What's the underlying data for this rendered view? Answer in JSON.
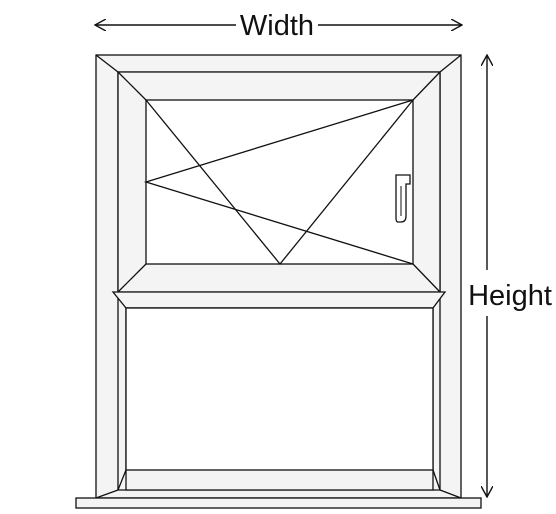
{
  "labels": {
    "width": "Width",
    "height": "Height"
  },
  "colors": {
    "line": "#111111",
    "frame_fill": "#f4f4f4",
    "glass_fill": "#ffffff",
    "background": "#ffffff"
  },
  "window": {
    "style": "top-hung casement over fixed pane",
    "upper_sash": "opening",
    "lower_pane": "fixed"
  }
}
